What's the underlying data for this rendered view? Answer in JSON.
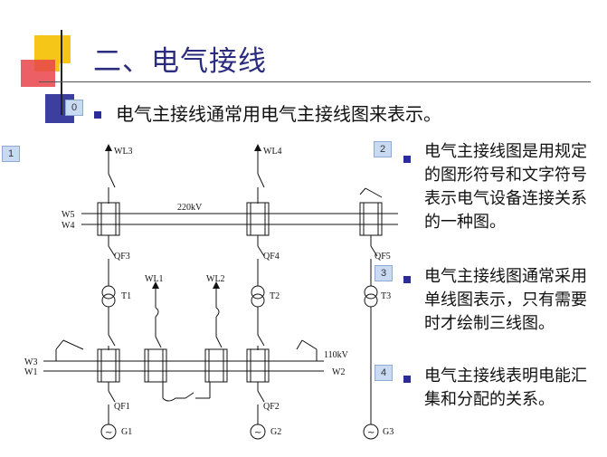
{
  "title": "二、电气接线",
  "intro": {
    "badge": "0",
    "text": "电气主接线通常用电气主接线图来表示。"
  },
  "diagram_badge": "1",
  "bullets": [
    {
      "badge": "2",
      "text": "电气主接线图是用规定的图形符号和文字符号表示电气设备连接关系的一种图。"
    },
    {
      "badge": "3",
      "text": "电气主接线图通常采用单线图表示，只有需要时才绘制三线图。"
    },
    {
      "badge": "4",
      "text": "电气主接线表明电能汇集和分配的关系。"
    }
  ],
  "diagram_labels": {
    "wl3": "WL3",
    "wl4": "WL4",
    "w5": "W5",
    "w4": "W4",
    "kv220": "220kV",
    "qf3": "QF3",
    "qf4": "QF4",
    "qf5": "QF5",
    "t1": "T1",
    "t2": "T2",
    "t3": "T3",
    "wl1": "WL1",
    "wl2": "WL2",
    "w3": "W3",
    "w1": "W1",
    "kv110": "110kV",
    "w2": "W2",
    "qf1": "QF1",
    "qf2": "QF2",
    "g1": "G1",
    "g2": "G2",
    "g3": "G3"
  },
  "colors": {
    "title": "#2b2c7e",
    "bullet": "#2b2c9a",
    "deco_yellow": "#f5c518",
    "deco_red": "#e8434a",
    "deco_blue": "#3d3fa0",
    "badge_bg": "#c9daf3"
  }
}
